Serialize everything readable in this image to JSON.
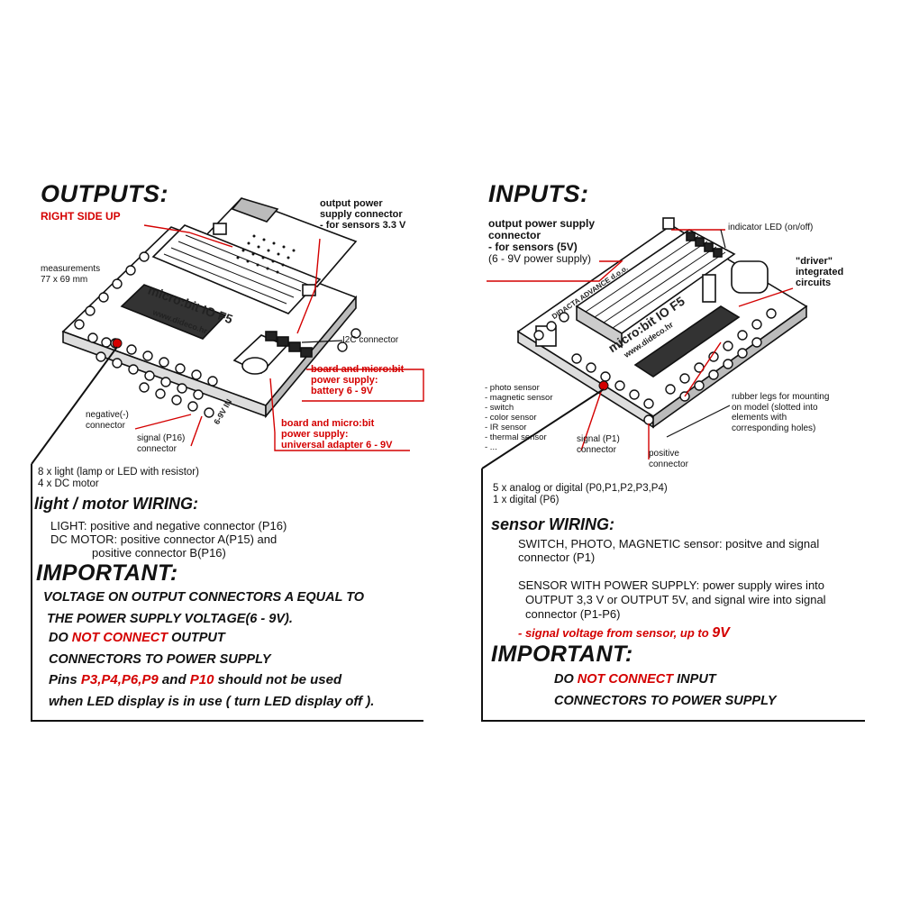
{
  "left": {
    "heading": "OUTPUTS:",
    "right_side_up": "RIGHT SIDE UP",
    "output_power_label": [
      "output power",
      "supply connector",
      "- for sensors 3.3 V"
    ],
    "measurements": [
      "measurements",
      "77 x 69 mm"
    ],
    "i2c": "I2C connector",
    "battery_label": [
      "board and micro:bit",
      "power supply:",
      "battery 6 - 9V"
    ],
    "adapter_label": [
      "board and micro:bit",
      "power supply:",
      "universal adapter 6 - 9V"
    ],
    "negative_label": [
      "negative(-)",
      "connector"
    ],
    "signal_label": [
      "signal (P16)",
      "connector"
    ],
    "counts": [
      "8 x light (lamp or LED with resistor)",
      "4 x DC motor"
    ],
    "wiring_heading": "light / motor WIRING:",
    "wiring_lines": [
      "LIGHT: positive and negative connector (P16)",
      "DC MOTOR: positive connector A(P15) and",
      "positive connector B(P16)"
    ],
    "important_heading": "IMPORTANT:",
    "important_l1": "VOLTAGE ON OUTPUT CONNECTORS A EQUAL TO",
    "important_l2": "THE POWER SUPPLY VOLTAGE(6 - 9V).",
    "important_l3a": "DO ",
    "important_l3b": "NOT CONNECT",
    "important_l3c": " OUTPUT",
    "important_l4": "CONNECTORS TO POWER SUPPLY",
    "important_l5a": "Pins ",
    "important_l5b": "P3,P4,P6,P9",
    "important_l5c": " and ",
    "important_l5d": "P10",
    "important_l5e": " should not be used",
    "important_l6": "when LED display is in use ( turn LED display off )."
  },
  "right": {
    "heading": "INPUTS:",
    "output_power_label": [
      "output power supply",
      "connector",
      "- for sensors (5V)"
    ],
    "output_power_sub": "(6 - 9V power supply)",
    "indicator": "indicator LED (on/off)",
    "driver": [
      "\"driver\"",
      "integrated",
      "circuits"
    ],
    "sensors": [
      "- photo sensor",
      "- magnetic sensor",
      "- switch",
      "- color sensor",
      "- IR sensor",
      "- thermal sensor",
      "- ..."
    ],
    "rubber": [
      "rubber legs for mounting",
      "on model (slotted into",
      "elements with",
      "corresponding holes)"
    ],
    "signal_label": [
      "signal (P1)",
      "connector"
    ],
    "positive_label": [
      "positive",
      "connector"
    ],
    "counts": [
      "5 x analog or digital (P0,P1,P2,P3,P4)",
      "1 x digital (P6)"
    ],
    "wiring_heading": "sensor WIRING:",
    "wiring_l1": "SWITCH, PHOTO, MAGNETIC sensor: positve and signal",
    "wiring_l2": "connector (P1)",
    "wiring_l3": "SENSOR WITH POWER SUPPLY: power supply wires into",
    "wiring_l4": "OUTPUT 3,3 V or OUTPUT 5V, and signal wire into signal",
    "wiring_l5": "connector (P1-P6)",
    "signal_note_a": "- signal voltage from sensor, up to ",
    "signal_note_b": "9V",
    "important_heading": "IMPORTANT:",
    "important_l1a": "DO ",
    "important_l1b": "NOT CONNECT",
    "important_l1c": " INPUT",
    "important_l2": "CONNECTORS TO POWER SUPPLY"
  },
  "board_text": {
    "left_name": "micro:bit IO F5",
    "left_url": "www.dideco.hr",
    "right_name": "micro:bit IO F5",
    "right_url": "www.dideco.hr",
    "right_brand": "DIDACTA ADVANCE d.o.o.",
    "left_power": "6-9V IN"
  },
  "colors": {
    "accent_red": "#d40000",
    "ink": "#111111"
  }
}
